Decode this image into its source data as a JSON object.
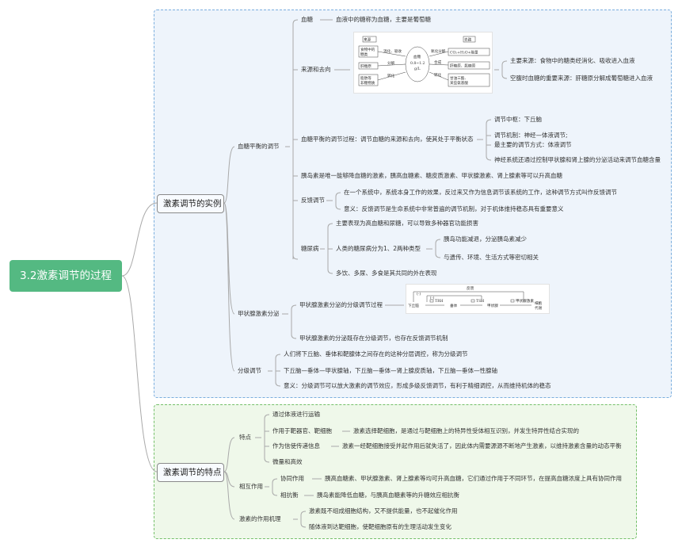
{
  "root": "3.2激素调节的过程",
  "section1": {
    "title": "激素调节的实例",
    "blood_sugar": {
      "title": "血糖平衡的调节",
      "definition_label": "血糖",
      "definition": "血液中的糖称为血糖，主要是葡萄糖",
      "source_label": "来源和去向",
      "diagram": {
        "source": "来源",
        "dest": "去路",
        "in1a": "食物中的",
        "in1b": "糖类",
        "in2": "肝糖原",
        "in3a": "脂肪等",
        "in3b": "非糖物质",
        "step1": "消化、吸收",
        "step2": "分解",
        "step3": "转化",
        "center1": "血糖",
        "center2": "0.8~1.2",
        "center3": "g/L",
        "step4": "氧化分解",
        "step5": "合成",
        "step6": "转化",
        "out1": "CO₂+H₂O+能量",
        "out2": "肝糖原、肌糖原",
        "out3a": "甘油三酯、",
        "out3b": "某些氨基酸"
      },
      "source_notes": [
        "主要来源：食物中的糖类经消化、吸收进入血液",
        "空腹时血糖的重要来源：肝糖原分解成葡萄糖进入血液"
      ],
      "regulation_label": "血糖平衡的调节过程：调节血糖的来源和去向，使其处于平衡状态",
      "regulation_notes": {
        "center": "调节中枢：下丘脑",
        "mechanism": "调节机制：神经—体液调节;",
        "main_mode": "最主要的调节方式：体液调节",
        "nerve": "神经系统还通过控制甲状腺和肾上腺的分泌活动来调节血糖含量"
      },
      "insulin": "胰岛素是唯一能够降血糖的激素，胰高血糖素、糖皮质激素、甲状腺激素、肾上腺素等可以升高血糖",
      "feedback_label": "反馈调节",
      "feedback_notes": [
        "在一个系统中，系统本身工作的效果，反过来又作为信息调节该系统的工作，这种调节方式叫作反馈调节",
        "意义：反馈调节是生命系统中非常普遍的调节机制，对于机体维持稳态具有重要意义"
      ],
      "diabetes_label": "糖尿病",
      "diabetes_notes": {
        "main": "主要表现为高血糖和尿糖，可以导致多种器官功能损害",
        "types": "人类的糖尿病分为1、2两种类型",
        "type1": "胰岛功能减退，分泌胰岛素减少",
        "type2": "与遗传、环境、生活方式等密切相关",
        "symptoms": "多饮、多尿、多食是其共同的外在表现"
      }
    },
    "thyroid": {
      "title": "甲状腺激素分泌",
      "process_label": "甲状腺激素分泌的分级调节过程",
      "diagram": {
        "feedback": "反馈",
        "minus": "(-)",
        "n1": "下丘脑",
        "n2": "垂体",
        "n3": "甲状腺",
        "n4a": "细胞",
        "n4b": "代谢",
        "h1": "TRH",
        "h2": "TSH",
        "h3": "甲状腺激素",
        "secrete": "分泌"
      },
      "note": "甲状腺激素的分泌既存在分级调节，也存在反馈调节机制"
    },
    "grading": {
      "title": "分级调节",
      "notes": [
        "人们将下丘脑、垂体和靶腺体之间存在的这种分层调控，称为分级调节",
        "下丘脑—垂体—甲状腺轴，下丘脑—垂体—肾上腺皮质轴，下丘脑—垂体—性腺轴",
        "意义：分级调节可以放大激素的调节效应，形成多级反馈调节，有利于精细调控，从而维持机体的稳态"
      ]
    }
  },
  "section2": {
    "title": "激素调节的特点",
    "features": {
      "title": "特点",
      "items": [
        "通过体液进行运输",
        "作用于靶器官、靶细胞",
        "作为信使传递信息",
        "微量和高效"
      ],
      "target_note": "激素选择靶细胞，是通过与靶细胞上的特异性受体相互识别，并发生特异性结合实现的",
      "messenger_note": "激素一经靶细胞接受并起作用后就失活了，因此体内需要源源不断地产生激素，以维持激素含量的动态平衡"
    },
    "interaction": {
      "title": "相互作用",
      "synergy_label": "协同作用",
      "synergy_note": "胰高血糖素、甲状腺激素、肾上腺素等均可升高血糖，它们通过作用于不同环节，在提高血糖浓度上具有协同作用",
      "antagonism_label": "相抗衡",
      "antagonism_note": "胰岛素能降低血糖，与胰高血糖素等的升糖效应相抗衡"
    },
    "mechanism": {
      "title": "激素的作用机理",
      "items": [
        "激素既不组成细胞结构，又不提供能量，也不起催化作用",
        "随体液到达靶细胞，使靶细胞原有的生理活动发生变化"
      ]
    }
  }
}
